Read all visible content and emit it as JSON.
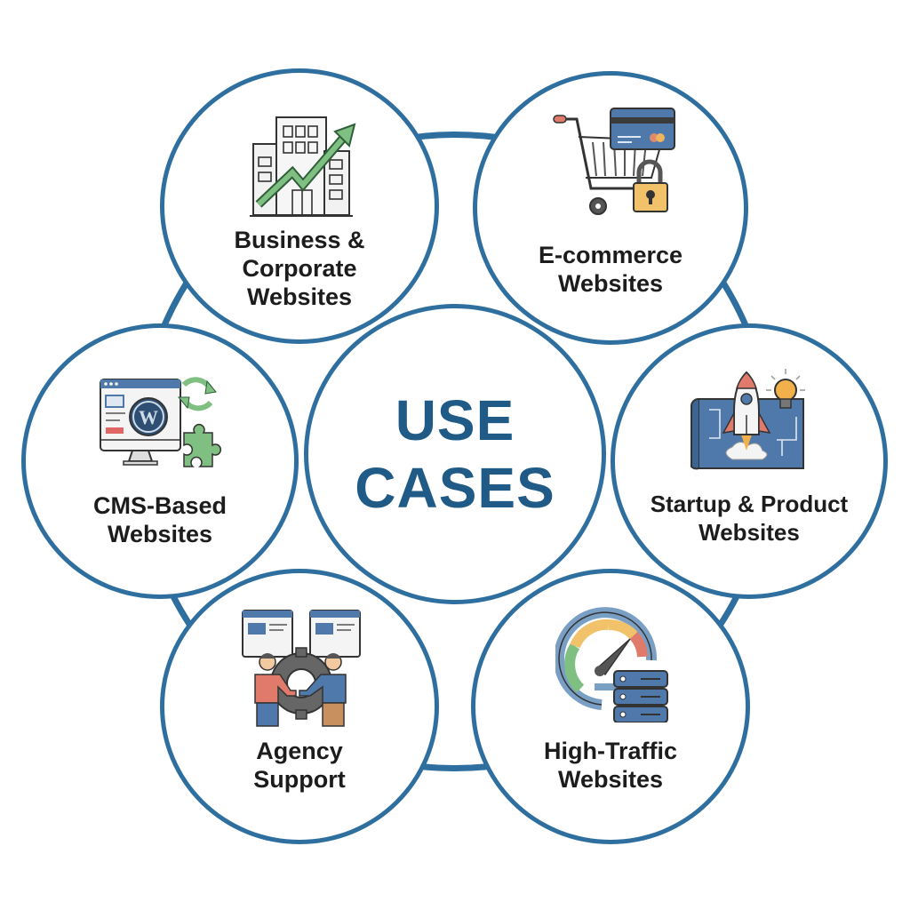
{
  "diagram": {
    "title": "USE\nCASES",
    "accent_color": "#2F6F9F",
    "title_color": "#1F5B86",
    "nodes": [
      {
        "label": "Business &\nCorporate\nWebsites",
        "icon": "office-building-growth-arrow-icon"
      },
      {
        "label": "E-commerce\nWebsites",
        "icon": "shopping-cart-credit-card-lock-icon"
      },
      {
        "label": "CMS-Based\nWebsites",
        "icon": "monitor-wordpress-puzzle-sync-icon"
      },
      {
        "label": "Startup & Product\nWebsites",
        "icon": "rocket-blueprint-lightbulb-icon"
      },
      {
        "label": "Agency\nSupport",
        "icon": "handshake-gear-people-icon"
      },
      {
        "label": "High-Traffic\nWebsites",
        "icon": "speedometer-server-icon"
      }
    ]
  }
}
